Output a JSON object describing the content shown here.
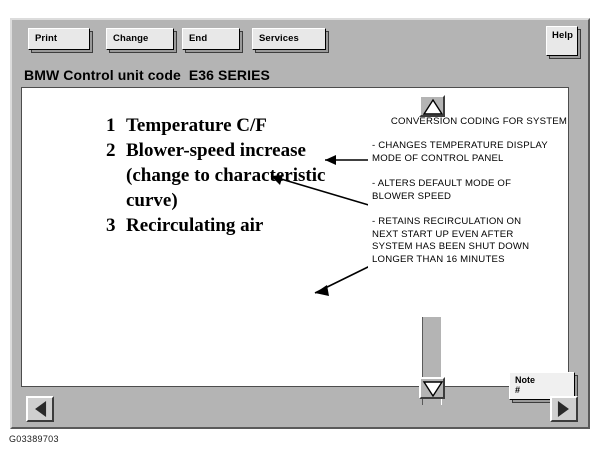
{
  "caption": "G03389703",
  "toolbar": {
    "print_label": "Print",
    "change_label": "Change",
    "end_label": "End",
    "services_label": "Services",
    "help_label": "Help"
  },
  "title": "BMW Control unit code  E36 SERIES",
  "document": {
    "coding_list": [
      {
        "number": "1",
        "text": "Temperature C/F"
      },
      {
        "number": "2",
        "text": "Blower-speed increase (change to characteristic curve)"
      },
      {
        "number": "3",
        "text": "Recirculating air"
      }
    ],
    "annotations": {
      "heading": "CONVERSION CODING FOR SYSTEM",
      "items": [
        "- CHANGES TEMPERATURE DISPLAY\n   MODE OF CONTROL PANEL",
        "- ALTERS DEFAULT MODE OF\n   BLOWER SPEED",
        "- RETAINS RECIRCULATION ON\n   NEXT START UP EVEN AFTER\n   SYSTEM HAS BEEN SHUT DOWN\n   LONGER THAN 16 MINUTES"
      ]
    }
  },
  "note": {
    "label": "Note",
    "value": "#"
  },
  "nav": {
    "prev_label": "",
    "next_label": ""
  },
  "colors": {
    "frame": "#b4b4b4",
    "page": "#ffffff",
    "button_face": "#e8e8e8",
    "ink": "#000000"
  }
}
